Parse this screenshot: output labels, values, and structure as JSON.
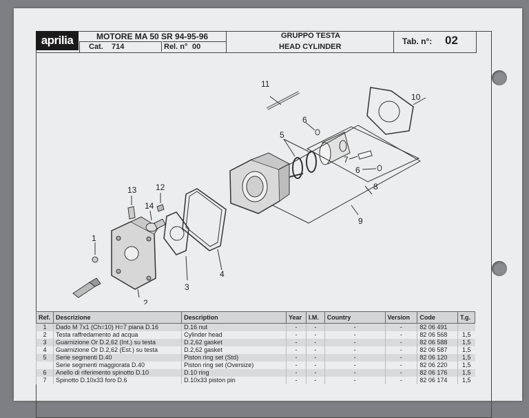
{
  "header": {
    "brand": "aprilia",
    "engine_title": "MOTORE MA 50 SR 94-95-96",
    "cat_label": "Cat.",
    "cat_value": "714",
    "rel_label": "Rel. n°",
    "rel_value": "00",
    "group_it": "GRUPPO TESTA",
    "group_en": "HEAD CYLINDER",
    "tab_label": "Tab. n°:",
    "tab_value": "02"
  },
  "diagram": {
    "callouts": [
      "1",
      "2",
      "3",
      "4",
      "5",
      "6",
      "6",
      "7",
      "8",
      "9",
      "10",
      "11",
      "12",
      "13",
      "14"
    ]
  },
  "table": {
    "headers": {
      "ref": "Ref.",
      "descrizione": "Descrizione",
      "description": "Description",
      "year": "Year",
      "im": "I.M.",
      "country": "Country",
      "version": "Version",
      "code": "Code",
      "tg": "T.g."
    },
    "rows": [
      {
        "ref": "1",
        "descrizione": "Dado M 7x1 (Ch=10) H=7 piana D.16",
        "description": "D.16 nut",
        "year": "-",
        "im": "-",
        "country": "-",
        "version": "-",
        "code": "82 06 491",
        "tg": ""
      },
      {
        "ref": "2",
        "descrizione": "Testa raffredamento ad acqua",
        "description": "Cylinder head",
        "year": "-",
        "im": "-",
        "country": "-",
        "version": "-",
        "code": "82 06 568",
        "tg": "1,5"
      },
      {
        "ref": "3",
        "descrizione": "Guarnizione Or D.2,62 (Int.) su testa",
        "description": "D.2,62 gasket",
        "year": "-",
        "im": "-",
        "country": "-",
        "version": "-",
        "code": "82 06 588",
        "tg": "1,5"
      },
      {
        "ref": "4",
        "descrizione": "Guarnizione Or D.2,62 (Est.) su testa",
        "description": "D.2,62 gasket",
        "year": "-",
        "im": "-",
        "country": "-",
        "version": "-",
        "code": "82 06 587",
        "tg": "1,5"
      },
      {
        "ref": "5",
        "descrizione": "Serie segmenti D.40",
        "description": "Piston ring set (Std)",
        "year": "-",
        "im": "-",
        "country": "-",
        "version": "-",
        "code": "82 06 120",
        "tg": "1,5"
      },
      {
        "ref": "",
        "descrizione": "Serie segmenti maggiorata D.40",
        "description": "Piston ring set (Oversize)",
        "year": "-",
        "im": "-",
        "country": "-",
        "version": "-",
        "code": "82 06 220",
        "tg": "1,5"
      },
      {
        "ref": "6",
        "descrizione": "Anello di riferimento spinotto D.10",
        "description": "D.10 ring",
        "year": "-",
        "im": "-",
        "country": "-",
        "version": "-",
        "code": "82 06 176",
        "tg": "1,5"
      },
      {
        "ref": "7",
        "descrizione": "Spinotto D.10x33 foro D.6",
        "description": "D.10x33 piston pin",
        "year": "-",
        "im": "-",
        "country": "-",
        "version": "-",
        "code": "82 06 174",
        "tg": "1,5"
      }
    ]
  }
}
